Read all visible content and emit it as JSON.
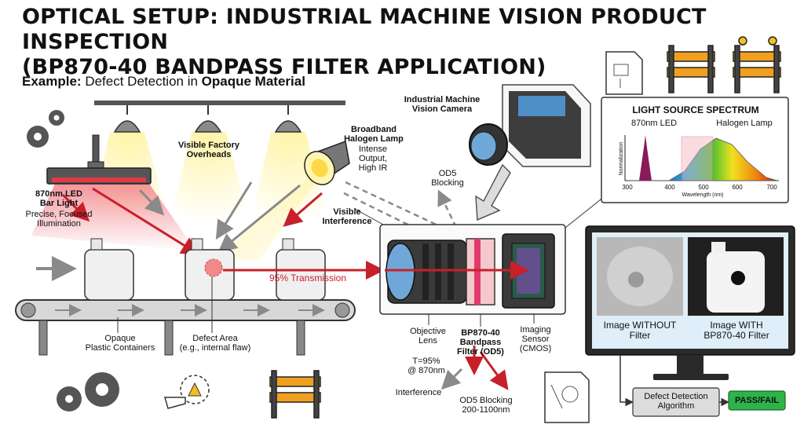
{
  "title": {
    "line1": "OPTICAL SETUP: INDUSTRIAL MACHINE VISION PRODUCT INSPECTION",
    "line2": "(BP870-40 BANDPASS FILTER APPLICATION)"
  },
  "subtitle": {
    "prefix": "Example:",
    "middle": " Defect Detection in ",
    "emphasis": "Opaque Material"
  },
  "labels": {
    "camera": [
      "Industrial Machine",
      "Vision Camera"
    ],
    "halogen_title": [
      "Broadband",
      "Halogen Lamp"
    ],
    "halogen_desc": [
      "Intense",
      "Output,",
      "High IR"
    ],
    "overheads": [
      "Visible Factory",
      "Overheads"
    ],
    "led_title": [
      "870nm LED",
      "Bar Light"
    ],
    "led_desc": [
      "Precise, Focused",
      "Illumination"
    ],
    "od5_blocking": [
      "OD5",
      "Blocking"
    ],
    "visible_interference": [
      "Visible",
      "Interference"
    ],
    "transmission": "95% Transmission",
    "containers": [
      "Opaque",
      "Plastic Containers"
    ],
    "defect": [
      "Defect Area",
      "(e.g., internal flaw)"
    ],
    "objective_lens": [
      "Objective",
      "Lens"
    ],
    "filter": [
      "BP870-40",
      "Bandpass",
      "Filter (OD5)"
    ],
    "sensor": [
      "Imaging",
      "Sensor",
      "(CMOS)"
    ],
    "t95": [
      "T=95%",
      "@ 870nm"
    ],
    "interference": "Interference",
    "od5_range": [
      "OD5 Blocking",
      "200-1100nm"
    ],
    "algorithm": [
      "Defect Detection",
      "Algorithm"
    ],
    "passfail": "PASS/FAIL"
  },
  "monitor": {
    "left_caption": [
      "Image WITHOUT",
      "Filter"
    ],
    "right_caption": [
      "Image WITH",
      "BP870-40 Filter"
    ]
  },
  "spectrum": {
    "title": "LIGHT SOURCE SPECTRUM",
    "legend_led": "870nm LED",
    "legend_halogen": "Halogen Lamp",
    "ylabel": "Normalization",
    "xlabel": "Wavelength (nm)",
    "ticks": [
      "300",
      "400",
      "500",
      "600",
      "700"
    ]
  },
  "colors": {
    "red_arrow": "#c8202a",
    "gray_arrow": "#8a8a8a",
    "pass_green": "#2db34a",
    "panel_border": "#333333",
    "camera_blue": "#4f8fc8"
  }
}
